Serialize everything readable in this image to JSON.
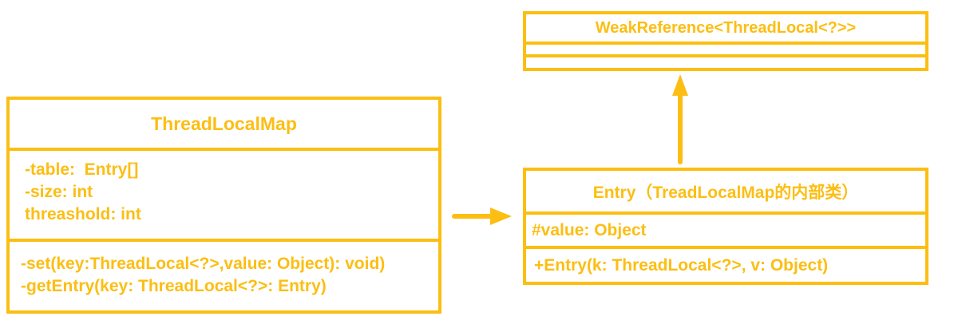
{
  "colors": {
    "accent": "#FCBE13",
    "background": "#FFFFFF"
  },
  "diagram": {
    "threadlocalmap": {
      "title": "ThreadLocalMap",
      "fields": [
        "-table:  Entry[]",
        "-size: int",
        "threashold: int"
      ],
      "methods": [
        "-set(key:ThreadLocal<?>,value: Object): void)",
        "-getEntry(key: ThreadLocal<?>: Entry)"
      ]
    },
    "weakreference": {
      "title": "WeakReference<ThreadLocal<?>>",
      "compartments": [
        "",
        ""
      ]
    },
    "entry": {
      "title": "Entry（TreadLocalMap的内部类）",
      "fields": [
        "#value: Object"
      ],
      "methods": [
        "+Entry(k: ThreadLocal<?>, v: Object)"
      ]
    },
    "arrows": [
      {
        "name": "threadlocalmap-to-entry",
        "direction": "right"
      },
      {
        "name": "entry-to-weakreference",
        "direction": "up"
      }
    ]
  }
}
